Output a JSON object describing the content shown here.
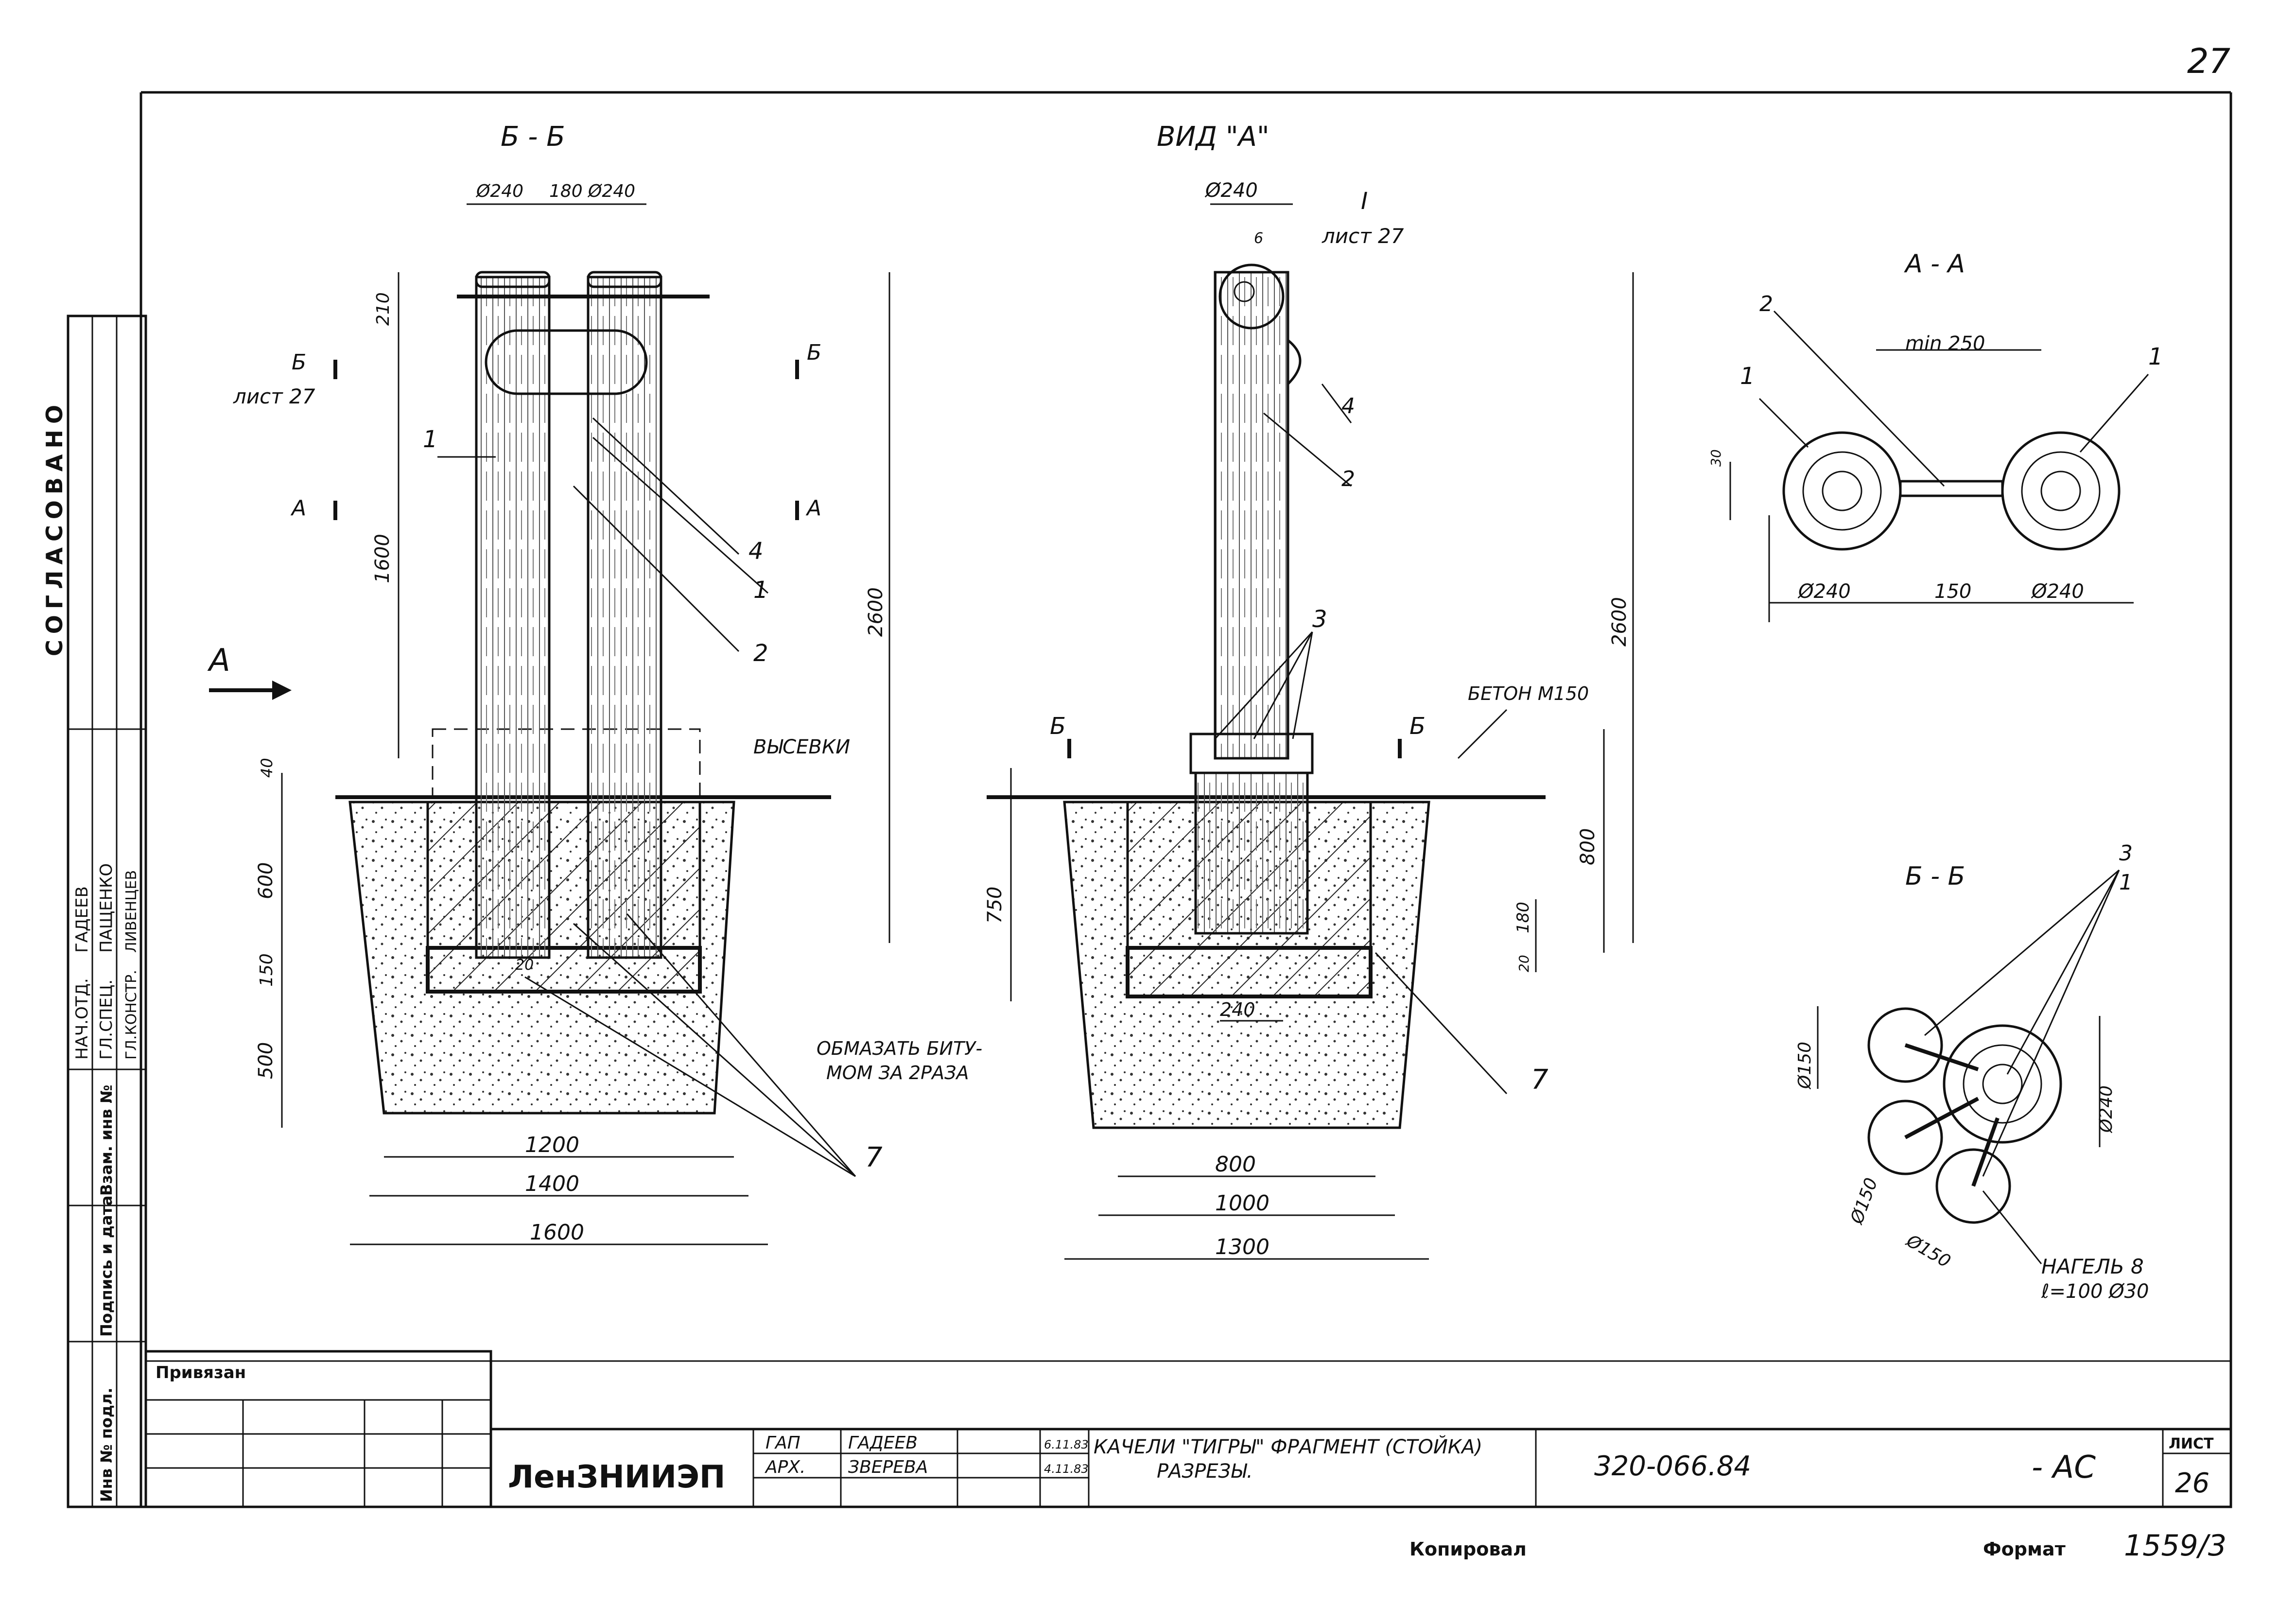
{
  "sheet": {
    "page_number": "27",
    "format_label": "Формат",
    "copy_label": "Копировал",
    "inv_number": "1559/3",
    "binding_label": "Привязан"
  },
  "left_margin": {
    "soglasovano": "СОГЛАСОВАНО",
    "inv_podl": "Инв № подл.",
    "podpis_data": "Подпись и дата",
    "vzam_inv": "Взам. инв №",
    "people": [
      {
        "role": "НАЧ.ОТД.",
        "name": "ГАДЕЕВ"
      },
      {
        "role": "ГЛ.СПЕЦ.",
        "name": "ПАЩЕНКО"
      },
      {
        "role": "ГЛ.КОНСТР.",
        "name": "ЛИВЕНЦЕВ"
      }
    ]
  },
  "title_block": {
    "organization": "ЛенЗНИИЭП",
    "roles": [
      {
        "role": "ГАП",
        "name": "ГАДЕЕВ",
        "date": "6.11.83"
      },
      {
        "role": "АРХ.",
        "name": "ЗВЕРЕВА",
        "date": "4.11.83"
      }
    ],
    "title_line1": "КАЧЕЛИ \"ТИГРЫ\"   ФРАГМЕНТ (СТОЙКА)",
    "title_line2": "РАЗРЕЗЫ.",
    "code": "320-066.84",
    "suffix": "- АС",
    "sheet_label": "ЛИСТ",
    "sheet_no": "26"
  },
  "section_bb_left": {
    "title": "Б - Б",
    "dim_top": [
      "Ø240",
      "180",
      "Ø240"
    ],
    "dim_210": "210",
    "dim_1600": "1600",
    "dim_2600": "2600",
    "dim_40": "40",
    "dim_600": "600",
    "dim_150": "150",
    "dim_500": "500",
    "dim_20": "20",
    "dim_1200": "1200",
    "dim_1400": "1400",
    "dim_1600_base": "1600",
    "cut_b": "Б",
    "cut_b_sheet": "лист 27",
    "cut_b_right": "Б",
    "cut_a_left": "А",
    "cut_a_right": "А",
    "view_arrow": "А",
    "vysevki": "ВЫСЕВКИ",
    "obmazat": "ОБМАЗАТЬ БИТУ-",
    "obmazat2": "МОМ ЗА 2РАЗА",
    "leaders": [
      "1",
      "4",
      "1",
      "2",
      "7"
    ]
  },
  "view_a": {
    "title": "ВИД \"А\"",
    "dim_240": "Ø240",
    "dim_6": "6",
    "ref_i": "I",
    "ref_sheet": "лист 27",
    "dim_2600": "2600",
    "dim_750": "750",
    "dim_800": "800",
    "dim_180": "180",
    "dim_20": "20",
    "dim_240b": "240",
    "dim_800b": "800",
    "dim_1000": "1000",
    "dim_1300": "1300",
    "beton": "БЕТОН М150",
    "cut_b": "Б",
    "cut_b_right": "Б",
    "leaders": [
      "4",
      "2",
      "3",
      "7"
    ]
  },
  "section_aa": {
    "title": "А - А",
    "min": "min 250",
    "dim_30": "30",
    "dims": [
      "Ø240",
      "150",
      "Ø240"
    ],
    "leaders": [
      "2",
      "1",
      "1"
    ]
  },
  "section_bb_right": {
    "title": "Б - Б",
    "dim_150a": "Ø150",
    "dim_150b": "Ø150",
    "dim_150c": "Ø150",
    "dim_240": "Ø240",
    "nagel": "НАГЕЛЬ 8",
    "nagel2": "ℓ=100 Ø30",
    "leaders": [
      "3",
      "1"
    ]
  },
  "colors": {
    "ink": "#111111",
    "paper": "#ffffff",
    "hatch": "#222222"
  }
}
